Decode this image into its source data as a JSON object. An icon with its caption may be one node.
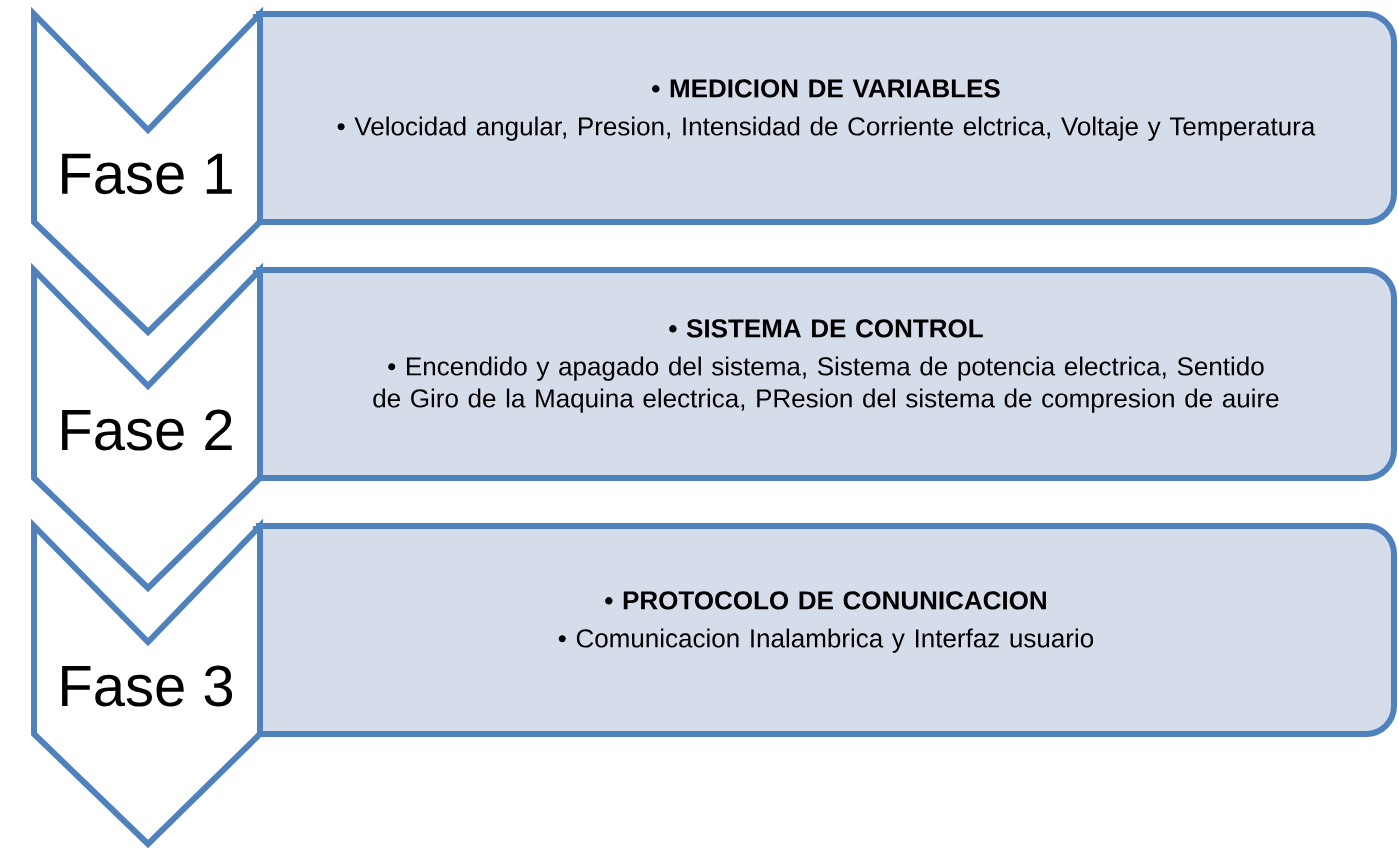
{
  "diagram": {
    "nodes": [
      {
        "text": [
          "Fase 1"
        ]
      },
      {
        "text": [
          "• MEDICION DE VARIABLES",
          "• Velocidad angular, Presion, Intensidad de Corriente elctrica, Voltaje y Temperatura"
        ]
      },
      {
        "text": [
          "Fase 2"
        ]
      },
      {
        "text": [
          "• SISTEMA DE CONTROL",
          "• Encendido y apagado del sistema, Sistema de potencia electrica, Sentido de Giro de la Maquina electrica, PResion del sistema de compresion de auire"
        ]
      },
      {
        "text": [
          "Fase 3"
        ]
      },
      {
        "text": [
          "• PROTOCOLO DE CONUNICACION",
          "• Comunicacion Inalambrica y Interfaz usuario"
        ]
      }
    ]
  }
}
